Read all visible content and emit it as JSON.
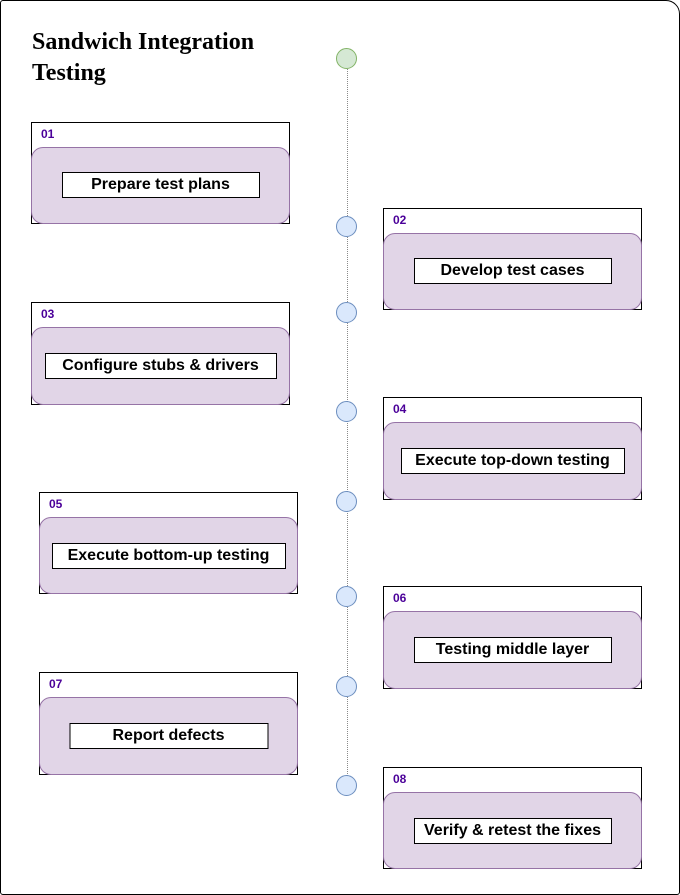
{
  "diagram": {
    "title": "Sandwich Integration Testing",
    "steps": [
      {
        "number": "01",
        "label": "Prepare test plans"
      },
      {
        "number": "02",
        "label": "Develop test cases"
      },
      {
        "number": "03",
        "label": "Configure stubs & drivers"
      },
      {
        "number": "04",
        "label": "Execute top-down testing"
      },
      {
        "number": "05",
        "label": "Execute bottom-up testing"
      },
      {
        "number": "06",
        "label": "Testing middle layer"
      },
      {
        "number": "07",
        "label": "Report defects"
      },
      {
        "number": "08",
        "label": "Verify & retest the fixes"
      }
    ]
  },
  "colors": {
    "start_node": "#d5e8d4",
    "step_node": "#dae8fc",
    "card_panel": "#e1d5e7",
    "step_number": "#4b0099"
  }
}
